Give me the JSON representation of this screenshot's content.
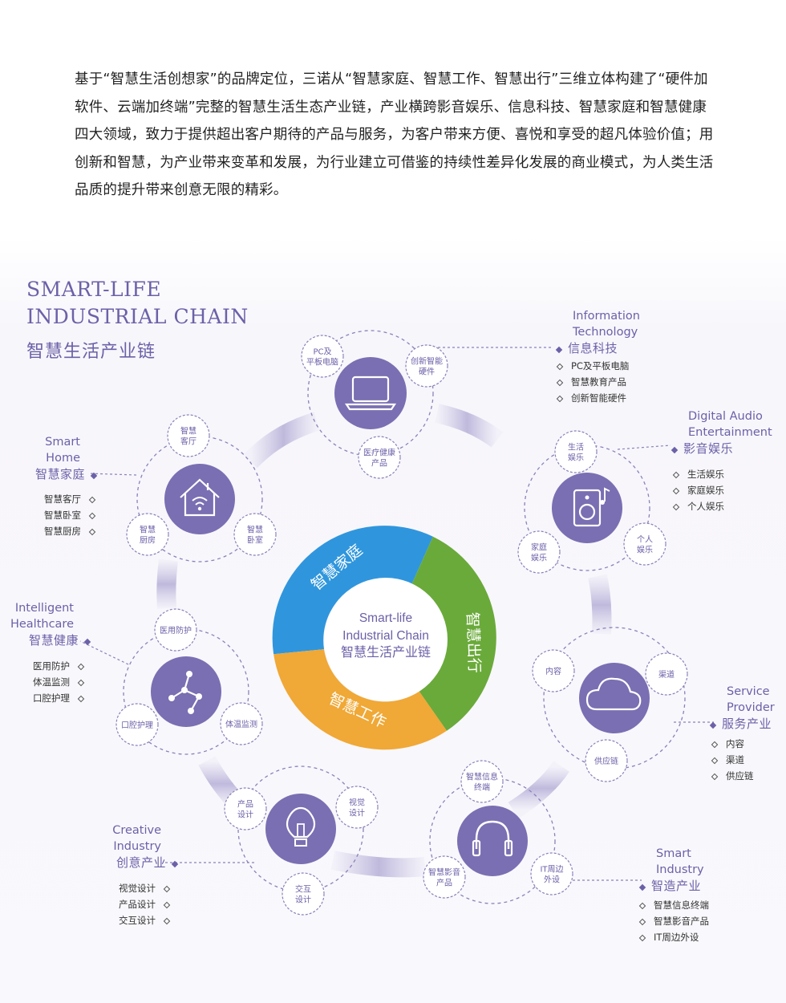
{
  "intro": {
    "text": "基于“智慧生活创想家”的品牌定位，三诺从“智慧家庭、智慧工作、智慧出行”三维立体构建了“硬件加软件、云端加终端”完整的智慧生活生态产业链，产业横跨影音娱乐、信息科技、智慧家庭和智慧健康四大领域，致力于提供超出客户期待的产品与服务，为客户带来方便、喜悦和享受的超凡体验价值；用创新和智慧，为产业带来变革和发展，为行业建立可借鉴的持续性差异化发展的商业模式，为人类生活品质的提升带来创意无限的精彩。"
  },
  "title": {
    "en_line1": "SMART-LIFE",
    "en_line2": "INDUSTRIAL CHAIN",
    "cn": "智慧生活产业链"
  },
  "center": {
    "line1": "Smart-life",
    "line2": "Industrial Chain",
    "line3": "智慧生活产业链",
    "segments": [
      {
        "label": "智慧家庭",
        "color": "#2f96dd"
      },
      {
        "label": "智慧出行",
        "color": "#6aaa3a"
      },
      {
        "label": "智慧工作",
        "color": "#f0a836"
      }
    ]
  },
  "colors": {
    "accent": "#6b61a8",
    "node": "#7a6fb2",
    "dashed": "#8a82b9"
  },
  "groups": {
    "info": {
      "en1": "Information",
      "en2": "Technology",
      "cn": "信息科技",
      "items": [
        "PC及平板电脑",
        "智慧教育产品",
        "创新智能硬件"
      ],
      "sub": [
        "PC及\n平板电脑",
        "创新智能\n硬件",
        "医疗健康\n产品"
      ],
      "icon": "laptop-icon"
    },
    "audio": {
      "en1": "Digital Audio",
      "en2": "Entertainment",
      "cn": "影音娱乐",
      "items": [
        "生活娱乐",
        "家庭娱乐",
        "个人娱乐"
      ],
      "sub": [
        "生活\n娱乐",
        "个人\n娱乐",
        "家庭\n娱乐"
      ],
      "icon": "speaker-icon"
    },
    "service": {
      "en1": "Service",
      "en2": "Provider",
      "cn": "服务产业",
      "items": [
        "内容",
        "渠道",
        "供应链"
      ],
      "sub": [
        "内容",
        "渠道",
        "供应链"
      ],
      "icon": "cloud-icon"
    },
    "industry": {
      "en1": "Smart",
      "en2": "Industry",
      "cn": "智造产业",
      "items": [
        "智慧信息终端",
        "智慧影音产品",
        "IT周边外设"
      ],
      "sub": [
        "智慧信息\n终端",
        "IT周边\n外设",
        "智慧影音\n产品"
      ],
      "icon": "headphones-icon"
    },
    "creative": {
      "en1": "Creative",
      "en2": "Industry",
      "cn": "创意产业",
      "items": [
        "视觉设计",
        "产品设计",
        "交互设计"
      ],
      "sub": [
        "产品\n设计",
        "视觉\n设计",
        "交互\n设计"
      ],
      "icon": "lightbulb-icon"
    },
    "health": {
      "en1": "Intelligent",
      "en2": "Healthcare",
      "cn": "智慧健康",
      "items": [
        "医用防护",
        "体温监测",
        "口腔护理"
      ],
      "sub": [
        "医用防护",
        "体温监测",
        "口腔护理"
      ],
      "icon": "molecule-icon"
    },
    "home": {
      "en1": "Smart",
      "en2": "Home",
      "cn": "智慧家庭",
      "items": [
        "智慧客厅",
        "智慧卧室",
        "智慧厨房"
      ],
      "sub": [
        "智慧\n客厅",
        "智慧\n卧室",
        "智慧\n厨房"
      ],
      "icon": "smart-home-icon"
    }
  }
}
